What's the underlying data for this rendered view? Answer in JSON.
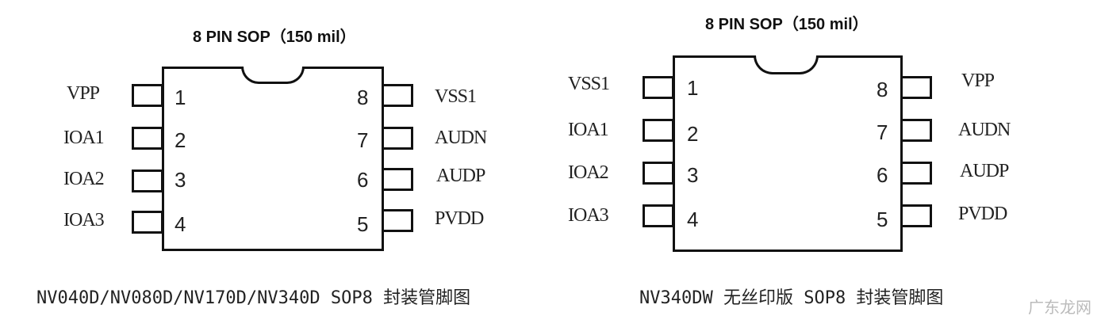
{
  "watermark": "广东龙网",
  "diagrams": [
    {
      "title": "8 PIN SOP（150 mil）",
      "left_pins": [
        {
          "number": "1",
          "label": "VPP"
        },
        {
          "number": "2",
          "label": "IOA1"
        },
        {
          "number": "3",
          "label": "IOA2"
        },
        {
          "number": "4",
          "label": "IOA3"
        }
      ],
      "right_pins": [
        {
          "number": "8",
          "label": "VSS1"
        },
        {
          "number": "7",
          "label": "AUDN"
        },
        {
          "number": "6",
          "label": "AUDP"
        },
        {
          "number": "5",
          "label": "PVDD"
        }
      ],
      "caption": "NV040D/NV080D/NV170D/NV340D SOP8 封装管脚图"
    },
    {
      "title": "8 PIN SOP（150 mil）",
      "left_pins": [
        {
          "number": "1",
          "label": "VSS1"
        },
        {
          "number": "2",
          "label": "IOA1"
        },
        {
          "number": "3",
          "label": "IOA2"
        },
        {
          "number": "4",
          "label": "IOA3"
        }
      ],
      "right_pins": [
        {
          "number": "8",
          "label": "VPP"
        },
        {
          "number": "7",
          "label": "AUDN"
        },
        {
          "number": "6",
          "label": "AUDP"
        },
        {
          "number": "5",
          "label": "PVDD"
        }
      ],
      "caption": "NV340DW 无丝印版 SOP8 封装管脚图"
    }
  ]
}
